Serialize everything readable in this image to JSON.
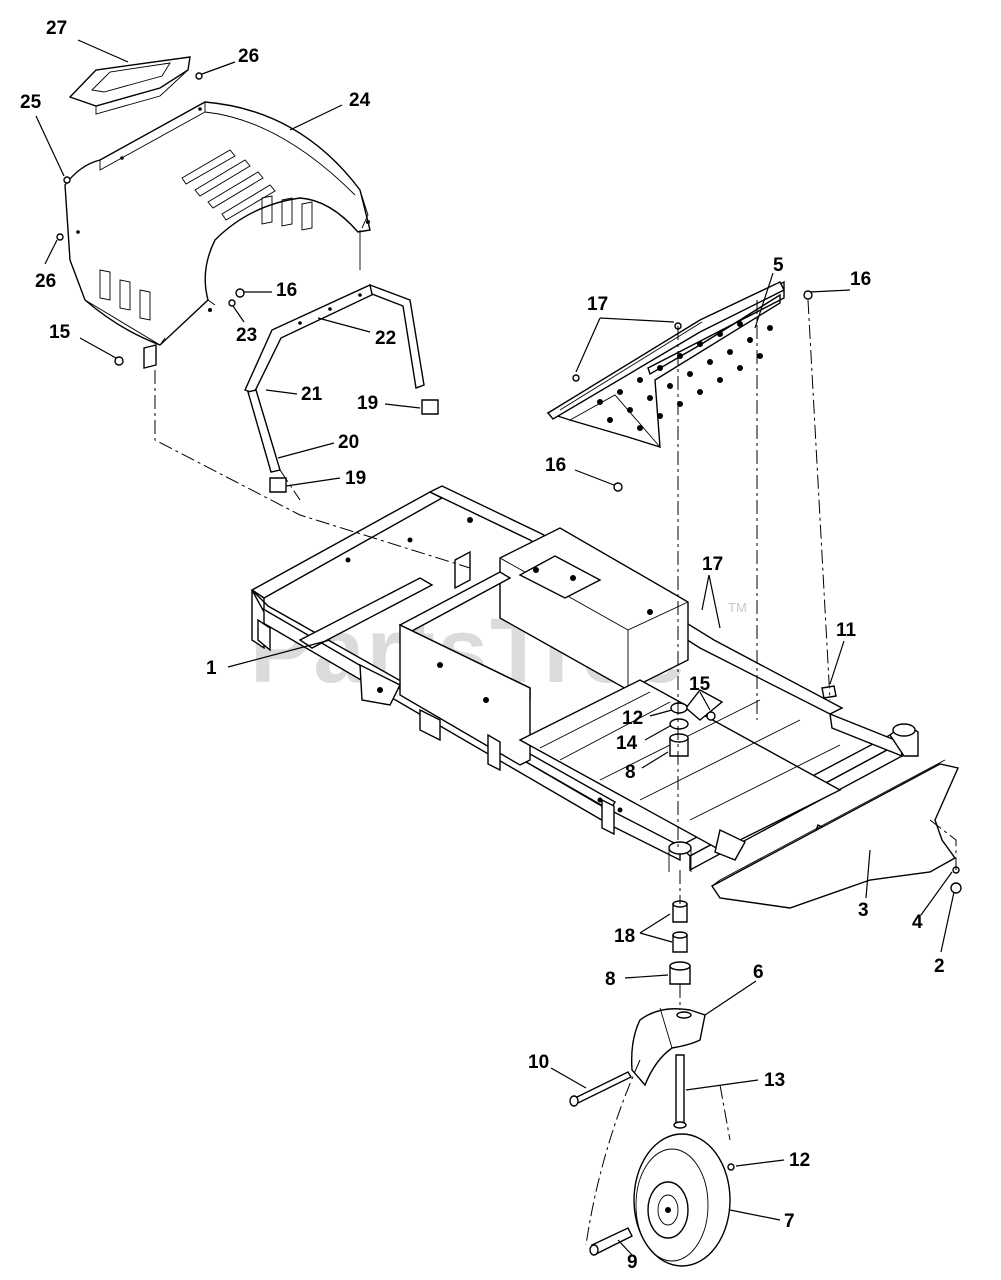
{
  "watermark": {
    "text": "PartsTree",
    "tm": "TM"
  },
  "callouts": {
    "c1": "1",
    "c2": "2",
    "c3": "3",
    "c4": "4",
    "c5": "5",
    "c6": "6",
    "c7": "7",
    "c8a": "8",
    "c8b": "8",
    "c9": "9",
    "c10": "10",
    "c11": "11",
    "c12a": "12",
    "c12b": "12",
    "c13": "13",
    "c14": "14",
    "c15a": "15",
    "c15b": "15",
    "c16a": "16",
    "c16b": "16",
    "c16c": "16",
    "c17a": "17",
    "c17b": "17",
    "c18": "18",
    "c19a": "19",
    "c19b": "19",
    "c20": "20",
    "c21": "21",
    "c22": "22",
    "c23": "23",
    "c24": "24",
    "c25": "25",
    "c26a": "26",
    "c26b": "26",
    "c27": "27"
  }
}
